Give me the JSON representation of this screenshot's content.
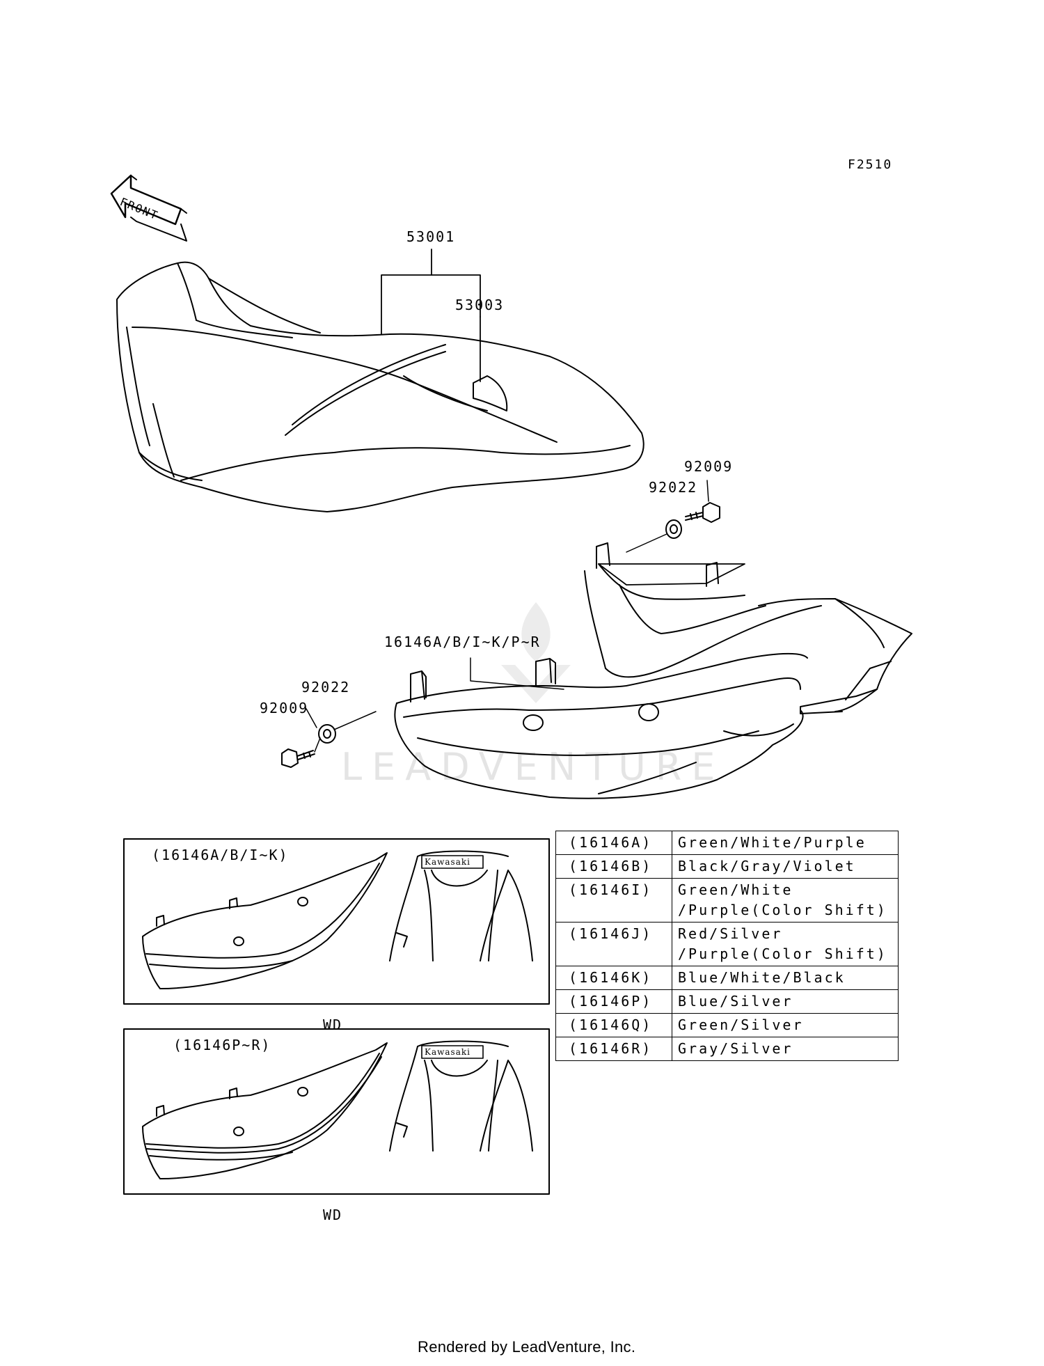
{
  "figure_code": "F2510",
  "front_label": "FRONT",
  "watermark": "LEADVENTURE",
  "callouts": [
    {
      "id": "53001",
      "text": "53001"
    },
    {
      "id": "53003",
      "text": "53003"
    },
    {
      "id": "92009-right",
      "text": "92009"
    },
    {
      "id": "92022-right",
      "text": "92022"
    },
    {
      "id": "16146",
      "text": "16146A/B/I~K/P~R"
    },
    {
      "id": "92022-left",
      "text": "92022"
    },
    {
      "id": "92009-left",
      "text": "92009"
    }
  ],
  "insets": [
    {
      "title": "(16146A/B/I~K)",
      "caption": "WD",
      "emblem": "Kawasaki"
    },
    {
      "title": "(16146P~R)",
      "caption": "WD",
      "emblem": "Kawasaki"
    }
  ],
  "color_table": [
    {
      "code": "(16146A)",
      "lines": [
        "Green/White/Purple"
      ]
    },
    {
      "code": "(16146B)",
      "lines": [
        "Black/Gray/Violet"
      ]
    },
    {
      "code": "(16146I)",
      "lines": [
        "Green/White",
        "/Purple(Color Shift)"
      ]
    },
    {
      "code": "(16146J)",
      "lines": [
        "Red/Silver",
        "/Purple(Color Shift)"
      ]
    },
    {
      "code": "(16146K)",
      "lines": [
        "Blue/White/Black"
      ]
    },
    {
      "code": "(16146P)",
      "lines": [
        "Blue/Silver"
      ]
    },
    {
      "code": "(16146Q)",
      "lines": [
        "Green/Silver"
      ]
    },
    {
      "code": "(16146R)",
      "lines": [
        "Gray/Silver"
      ]
    }
  ],
  "footer": "Rendered by LeadVenture, Inc."
}
